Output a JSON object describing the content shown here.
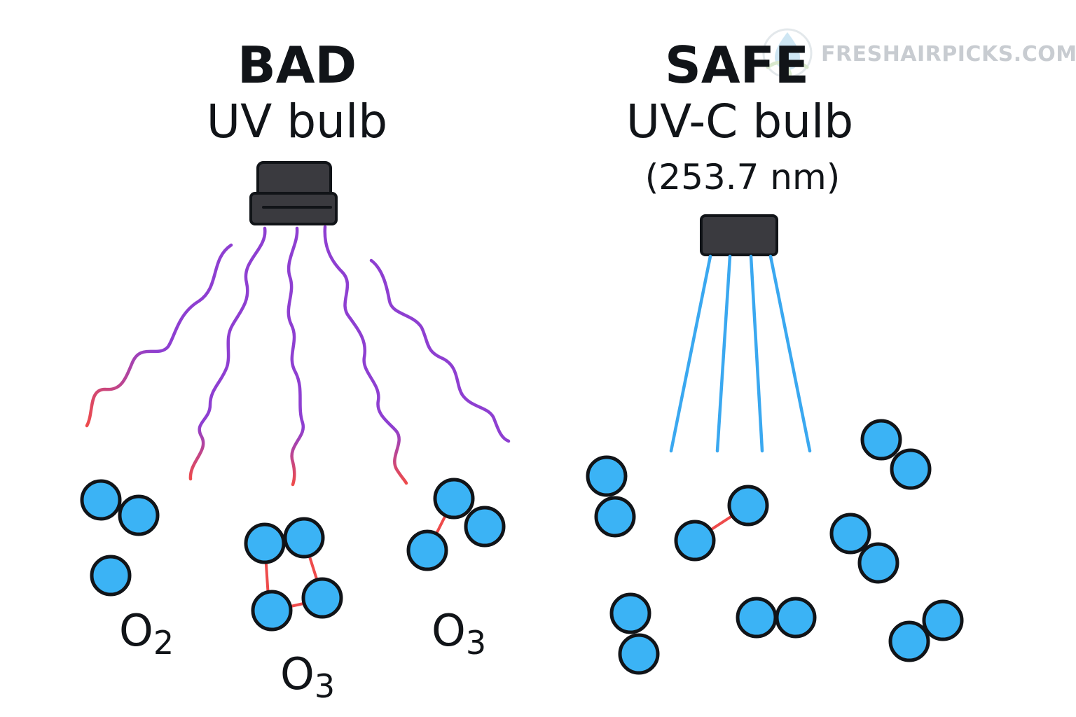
{
  "watermark": {
    "text": "FRESHAIRPICKS.COM"
  },
  "bad_panel": {
    "heading": "BAD",
    "subheading": "UV bulb",
    "labels": [
      {
        "element": "O",
        "subscript": "2"
      },
      {
        "element": "O",
        "subscript": "3"
      },
      {
        "element": "O",
        "subscript": "3"
      }
    ]
  },
  "safe_panel": {
    "heading": "SAFE",
    "subheading": "UV-C bulb",
    "wavelength": "(253.7 nm)"
  },
  "colors": {
    "text": "#111418",
    "bulb": "#3a3a3f",
    "oxygen_atom": "#3bb3f5",
    "ozone_ray_purple": "#8e3fd1",
    "ozone_ray_red": "#ee4b4b",
    "bond": "#ee4b4b",
    "uvc_beam": "#3aa8f0",
    "watermark": "#c8ccd1"
  },
  "icons": {
    "watermark_logo": "leaf-drop-logo-icon",
    "bad_bulb": "uv-bulb-icon",
    "safe_bulb": "uvc-bulb-icon",
    "molecule": "oxygen-atom-icon"
  }
}
